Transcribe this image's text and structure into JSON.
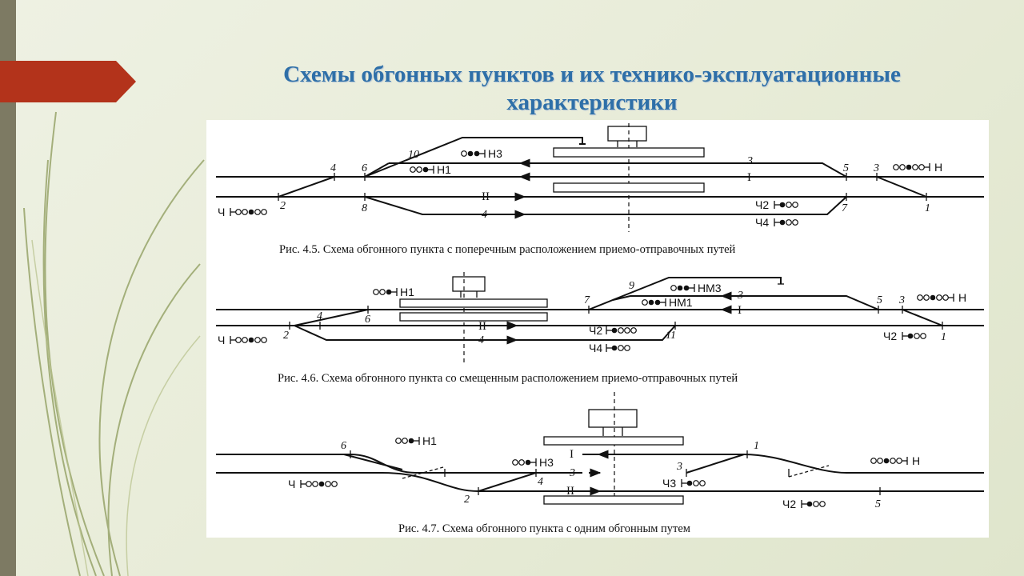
{
  "slide": {
    "title": "Схемы обгонных пунктов и их технико-эксплуатационные характеристики",
    "accent_color": "#b3331b",
    "title_color": "#2e6fa8"
  },
  "fig1": {
    "caption": "Рис. 4.5. Схема обгонного пункта с поперечным расположением приемо-отправочных путей",
    "switch_numbers": [
      "10",
      "4",
      "6",
      "5",
      "3",
      "2",
      "8",
      "7",
      "1"
    ],
    "track_labels": [
      "3",
      "I",
      "II",
      "4"
    ],
    "signals": [
      "Н3",
      "Н1",
      "Н",
      "Ч",
      "Ч2",
      "Ч4"
    ]
  },
  "fig2": {
    "caption": "Рис. 4.6. Схема обгонного пункта со смещенным расположением приемо-отправочных путей",
    "switch_numbers": [
      "9",
      "7",
      "4",
      "6",
      "2",
      "11",
      "5",
      "3",
      "1"
    ],
    "track_labels": [
      "3",
      "I",
      "II",
      "4"
    ],
    "signals": [
      "Н1",
      "НМ3",
      "НМ1",
      "Н",
      "Ч",
      "Ч2",
      "Ч4",
      "Ч2"
    ]
  },
  "fig3": {
    "caption": "Рис. 4.7. Схема обгонного пункта с одним обгонным путем",
    "switch_numbers": [
      "6",
      "1",
      "3",
      "4",
      "2",
      "5"
    ],
    "track_labels": [
      "I",
      "3",
      "II"
    ],
    "signals": [
      "Н1",
      "Н3",
      "Н",
      "Ч",
      "Ч3",
      "Ч2"
    ]
  }
}
